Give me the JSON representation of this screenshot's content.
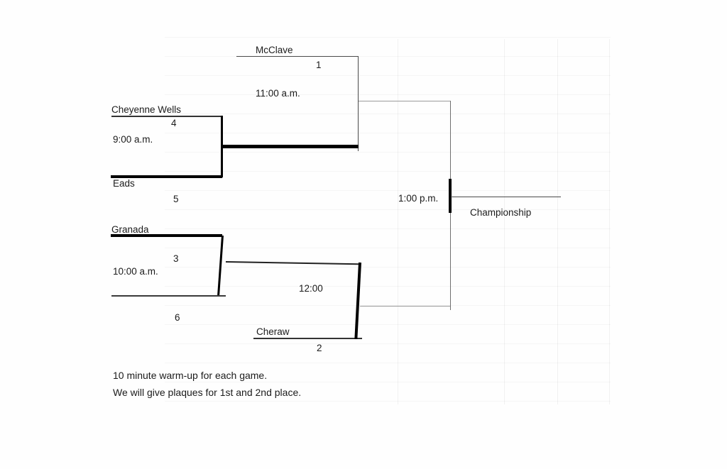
{
  "bracket": {
    "semifinal_top": {
      "team": "McClave",
      "seed": "1",
      "time": "11:00 a.m."
    },
    "quarter_top": {
      "team_top": "Cheyenne Wells",
      "seed_top": "4",
      "time": "9:00 a.m.",
      "team_bottom": "Eads",
      "seed_bottom": "5"
    },
    "quarter_bottom": {
      "team_top": "Granada",
      "seed_top": "3",
      "time": "10:00 a.m.",
      "seed_bottom": "6"
    },
    "semifinal_bottom": {
      "time": "12:00",
      "team": "Cheraw",
      "seed": "2"
    },
    "final": {
      "time": "1:00 p.m.",
      "label": "Championship"
    }
  },
  "notes": [
    "10 minute warm-up for each game.",
    "We will give plaques for 1st and 2nd place."
  ]
}
